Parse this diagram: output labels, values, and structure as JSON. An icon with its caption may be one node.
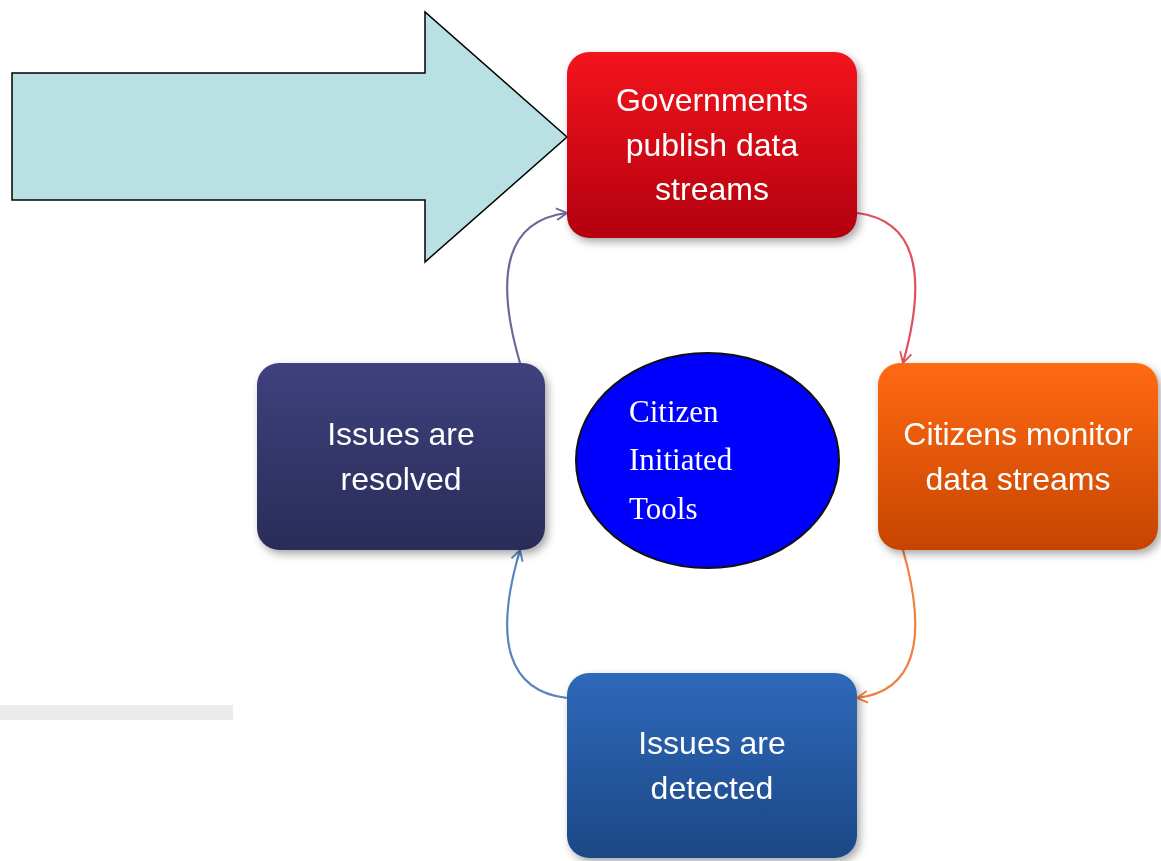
{
  "diagram": {
    "nodes": [
      {
        "text": [
          "Governments publish data streams"
        ]
      },
      {
        "text": [
          "Citizens monitor data streams"
        ]
      },
      {
        "text": [
          "Issues are detected"
        ]
      },
      {
        "text": [
          "Issues are resolved"
        ]
      },
      {
        "text": [
          "Citizen Initiated Tools"
        ]
      },
      {
        "text": [],
        "shape": "bar"
      }
    ],
    "edges": [
      {
        "from": null,
        "to": 0,
        "arrow": "to",
        "style": "thick",
        "color": "#b9e0e2"
      },
      {
        "from": 0,
        "to": 1,
        "arrow": "to",
        "color": "#e0505a"
      },
      {
        "from": 1,
        "to": 2,
        "arrow": "to",
        "color": "#f08040"
      },
      {
        "from": 2,
        "to": 3,
        "arrow": "to",
        "color": "#5a86bc"
      },
      {
        "from": 3,
        "to": 0,
        "arrow": "to",
        "color": "#6a6a98"
      }
    ]
  }
}
